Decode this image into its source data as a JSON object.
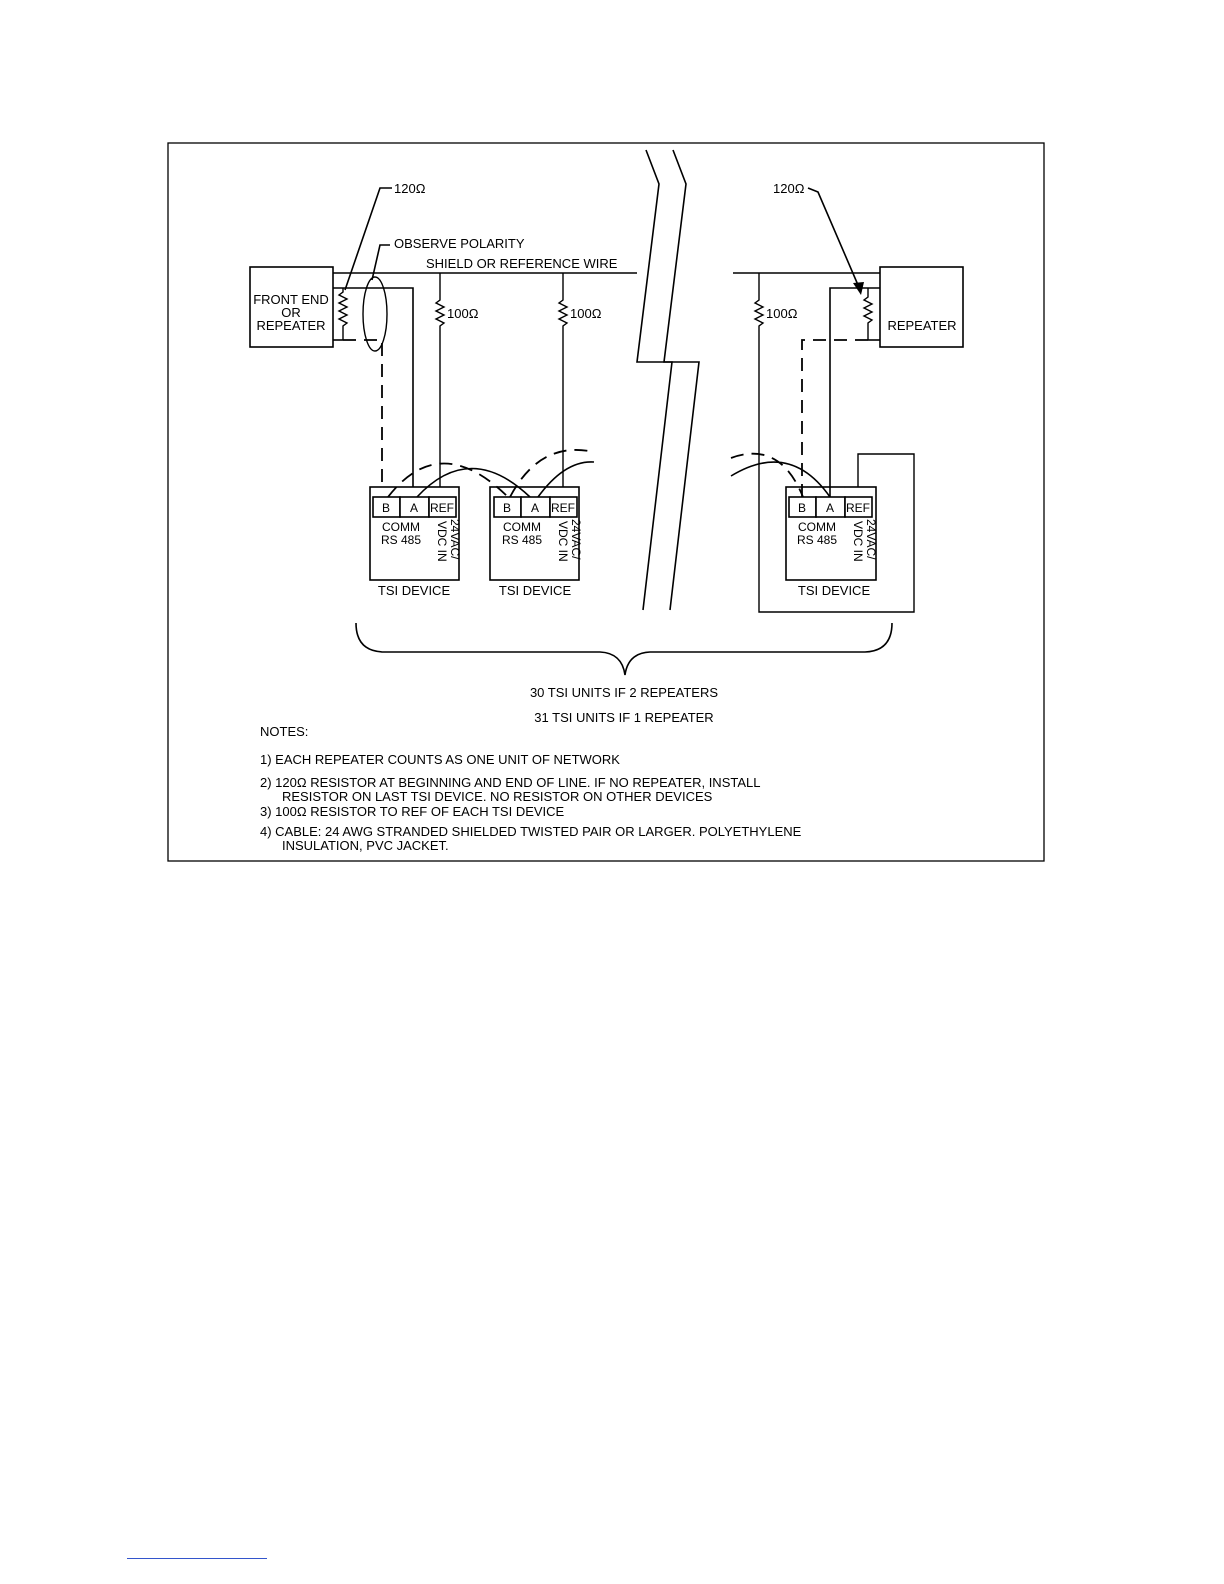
{
  "labels": {
    "res_120_left": "120Ω",
    "res_120_right": "120Ω",
    "observe_polarity": "OBSERVE POLARITY",
    "shield_wire": "SHIELD OR REFERENCE WIRE",
    "front_end_line1": "FRONT END",
    "front_end_line2": "OR",
    "front_end_line3": "REPEATER",
    "repeater": "REPEATER",
    "res_100": "100Ω"
  },
  "device": {
    "terminal_b": "B",
    "terminal_a": "A",
    "terminal_ref": "REF",
    "comm_line1": "COMM",
    "comm_line2": "RS  485",
    "power_line1": "24VAC/",
    "power_line2": "VDC IN",
    "name": "TSI DEVICE"
  },
  "capacity": {
    "two_repeaters": "30  TSI  UNITS  IF  2  REPEATERS",
    "one_repeater": "31  TSI  UNITS  IF  1  REPEATER"
  },
  "notes": {
    "title": "NOTES:",
    "n1": "1)  EACH  REPEATER  COUNTS  AS  ONE  UNIT  OF  NETWORK",
    "n2a": "2)  120Ω  RESISTOR  AT  BEGINNING  AND  END  OF  LINE.  IF  NO  REPEATER,  INSTALL",
    "n2b": "RESISTOR  ON  LAST  TSI  DEVICE.  NO  RESISTOR  ON  OTHER  DEVICES",
    "n3": "3)  100Ω  RESISTOR  TO  REF  OF  EACH  TSI  DEVICE",
    "n4a": "4)  CABLE:  24  AWG   STRANDED  SHIELDED  TWISTED  PAIR  OR  LARGER.    POLYETHYLENE",
    "n4b": "INSULATION,  PVC  JACKET."
  }
}
